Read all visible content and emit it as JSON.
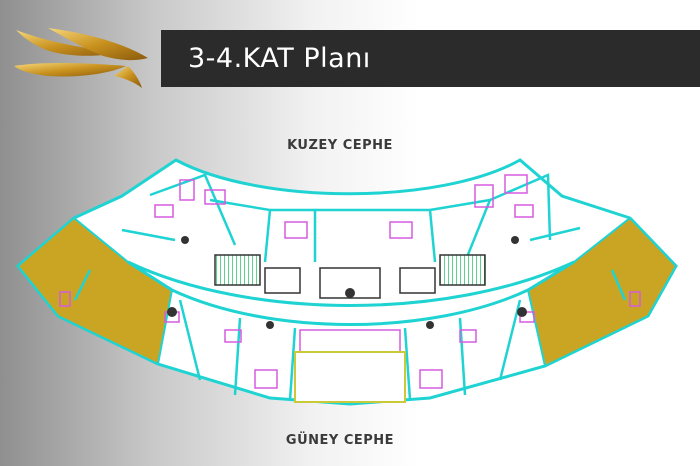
{
  "header": {
    "title": "3-4.KAT Planı",
    "logo_icon": "golden-wings-logo-icon"
  },
  "plan": {
    "north_label": "KUZEY CEPHE",
    "south_label": "GÜNEY CEPHE",
    "colors": {
      "walls": "#1fd3d3",
      "furniture": "#d65be0",
      "wing_fill": "#c9a523",
      "core_fill": "#ffffff",
      "stairs": "#2bc06a",
      "lines_dark": "#333333"
    }
  }
}
